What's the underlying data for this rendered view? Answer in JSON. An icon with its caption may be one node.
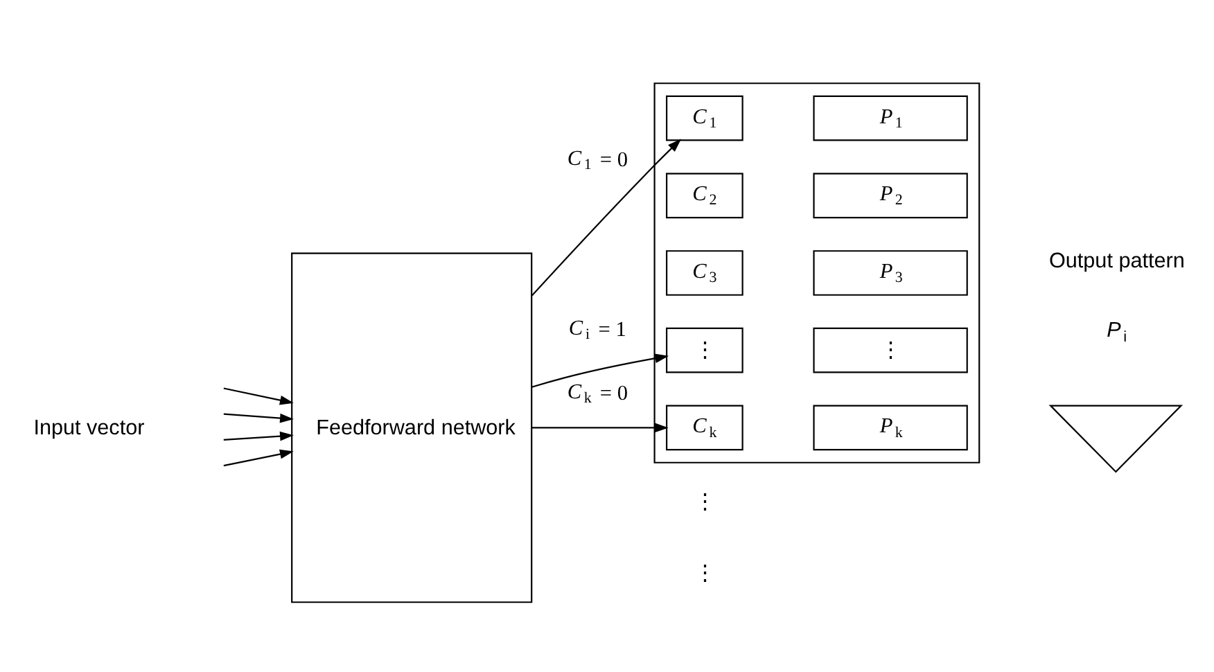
{
  "diagram": {
    "nodes": [
      {
        "text": [
          "Feedforward network"
        ]
      },
      {
        "text": [],
        "shape": "box"
      },
      {
        "text": [
          "*C*$_{1}$"
        ],
        "in": 1
      },
      {
        "text": [
          "*P*$_{1}$"
        ],
        "in": 1
      },
      {
        "text": [
          "*C*$_{2}$"
        ],
        "in": 1
      },
      {
        "text": [
          "*P*$_{2}$"
        ],
        "in": 1
      },
      {
        "text": [
          "*C*$_{3}$"
        ],
        "in": 1
      },
      {
        "text": [
          "*P*$_{3}$"
        ],
        "in": 1
      },
      {
        "text": [
          "⋮"
        ],
        "in": 1
      },
      {
        "text": [
          "⋮"
        ],
        "in": 1
      },
      {
        "text": [
          "*C*$_{k}$"
        ],
        "in": 1
      },
      {
        "text": [
          "*P*$_{k}$"
        ],
        "in": 1
      },
      {
        "text": [],
        "shape": "funnel",
        "beside": [
          "*P*$_{i}$",
          "Output pattern"
        ]
      }
    ],
    "edges": [
      {
        "from": null,
        "to": 0,
        "arrow": "to"
      },
      {
        "from": null,
        "to": 0,
        "arrow": "to"
      },
      {
        "from": null,
        "to": 0,
        "arrow": "to"
      },
      {
        "from": null,
        "to": 0,
        "arrow": "to"
      },
      {
        "from": 0,
        "to": 2,
        "arrow": "to",
        "label": "*C*$_{1}$ = 0"
      },
      {
        "from": 0,
        "to": 8,
        "arrow": "to",
        "label": "*C*$_{i}$ = 1"
      },
      {
        "from": 0,
        "to": 10,
        "arrow": "to",
        "label": "*C*$_{k}$ = 0"
      }
    ],
    "labels": [
      "Input vector",
      "⋮",
      "⋮"
    ]
  }
}
